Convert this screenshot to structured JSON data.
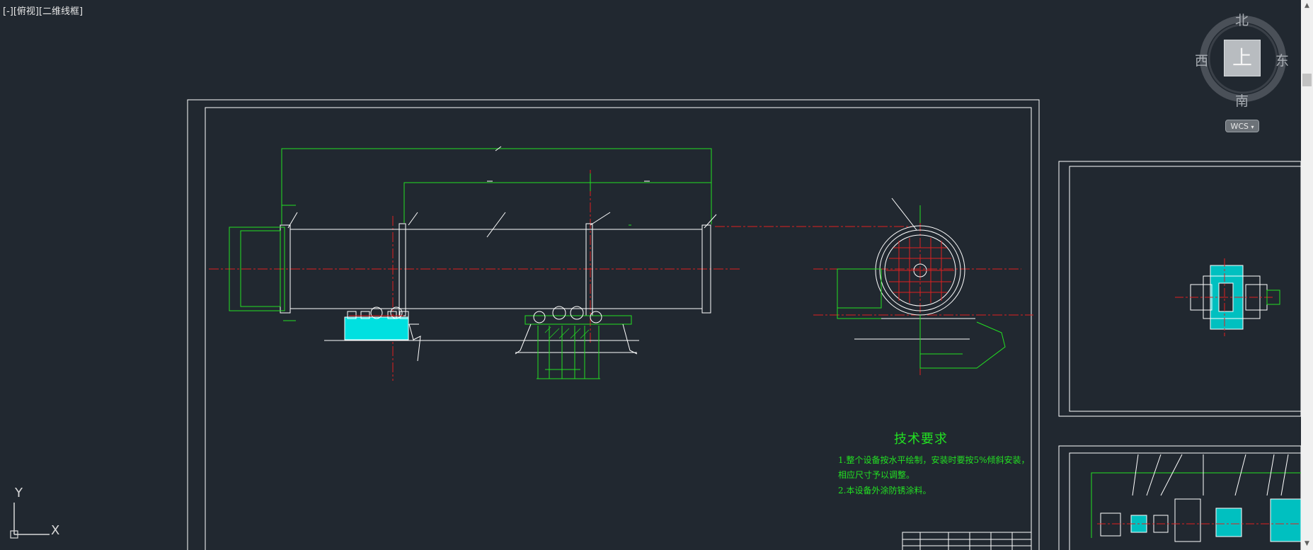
{
  "viewport": {
    "label": "[-][俯视][二维线框]"
  },
  "viewcube": {
    "north": "北",
    "south": "南",
    "east": "东",
    "west": "西",
    "top_face": "上",
    "wcs_label": "WCS"
  },
  "ucs": {
    "x_label": "X",
    "y_label": "Y"
  },
  "tech_requirements": {
    "title": "技术要求",
    "lines": [
      "1.整个设备按水平绘制，安装时要按5%倾斜安装，",
      "相应尺寸予以调整。",
      "2.本设备外涂防锈涂料。"
    ]
  },
  "colors": {
    "background": "#212830",
    "geometry": "#ffffff",
    "dimension": "#22e022",
    "centerline": "#e02020",
    "hatch": "#00e0e0",
    "viewcube": "#a8adb3"
  },
  "icons": {
    "ucs": "ucs-axis-icon",
    "viewcube": "viewcube-compass-icon",
    "wcs": "wcs-dropdown-icon"
  }
}
